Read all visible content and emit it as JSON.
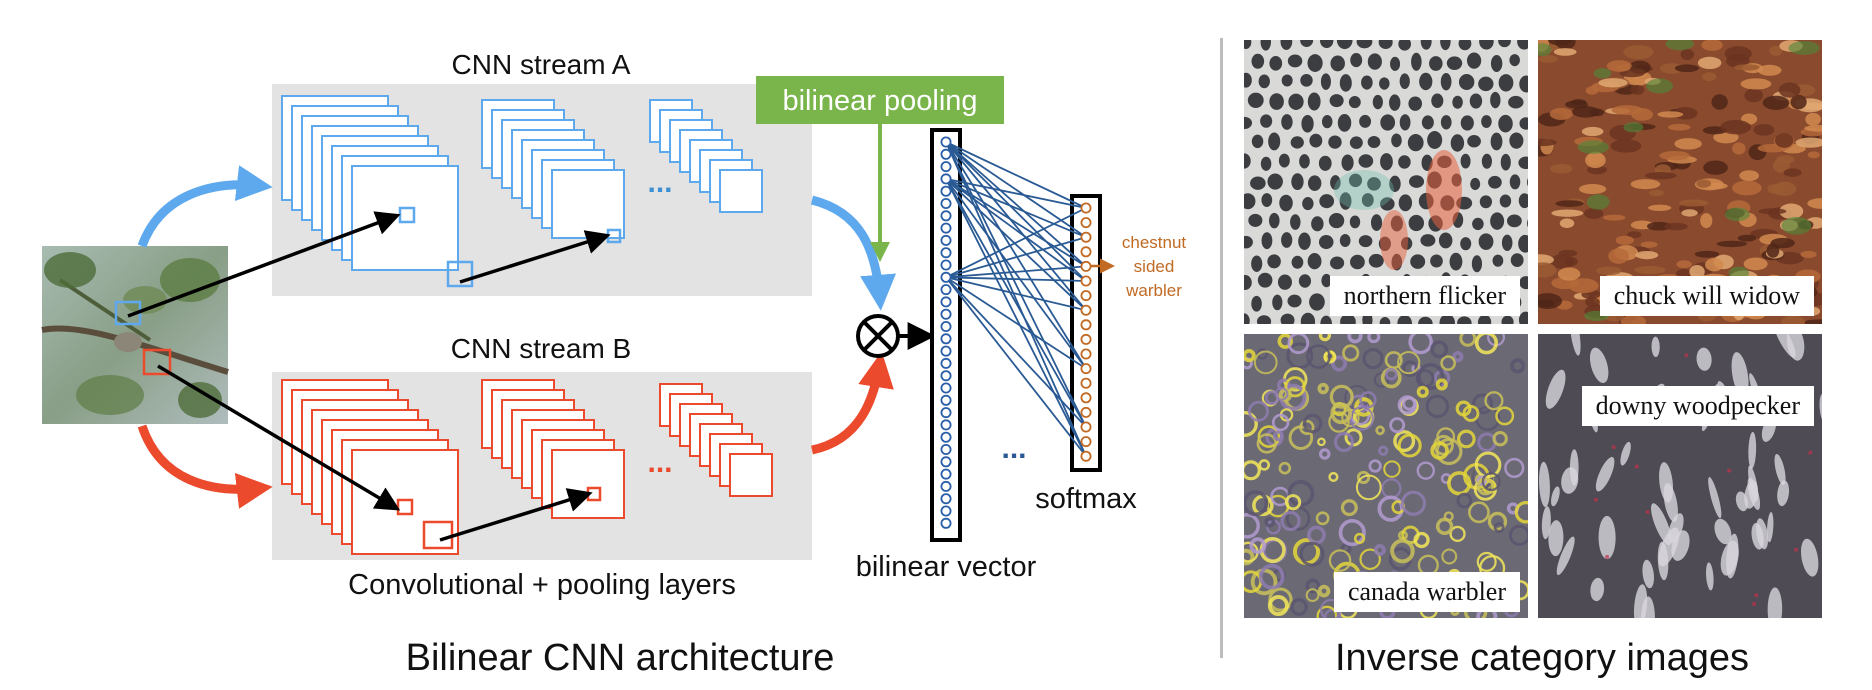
{
  "diagram": {
    "stream_a_label": "CNN stream A",
    "stream_b_label": "CNN stream B",
    "bilinear_pooling_label": "bilinear pooling",
    "class_label": [
      "chestnut",
      "sided",
      "warbler"
    ],
    "softmax_label": "softmax",
    "bilinear_vector_label": "bilinear vector",
    "layers_label": "Convolutional + pooling layers",
    "ellipsis": "...",
    "operator_symbol": "⊗",
    "title": "Bilinear CNN architecture",
    "colors": {
      "stream_a": "#5ea8ee",
      "stream_b": "#ec4a2c",
      "pooling_box": "#7ab54b",
      "panel_bg": "#e3e3e3",
      "vector_node": "#2a5fa8",
      "softmax_node": "#c06a24",
      "connection": "#2a5a94"
    }
  },
  "inverse": {
    "title": "Inverse category images",
    "tiles": [
      {
        "label": "northern flicker"
      },
      {
        "label": "chuck will widow"
      },
      {
        "label": "canada warbler"
      },
      {
        "label": "downy woodpecker"
      }
    ]
  }
}
